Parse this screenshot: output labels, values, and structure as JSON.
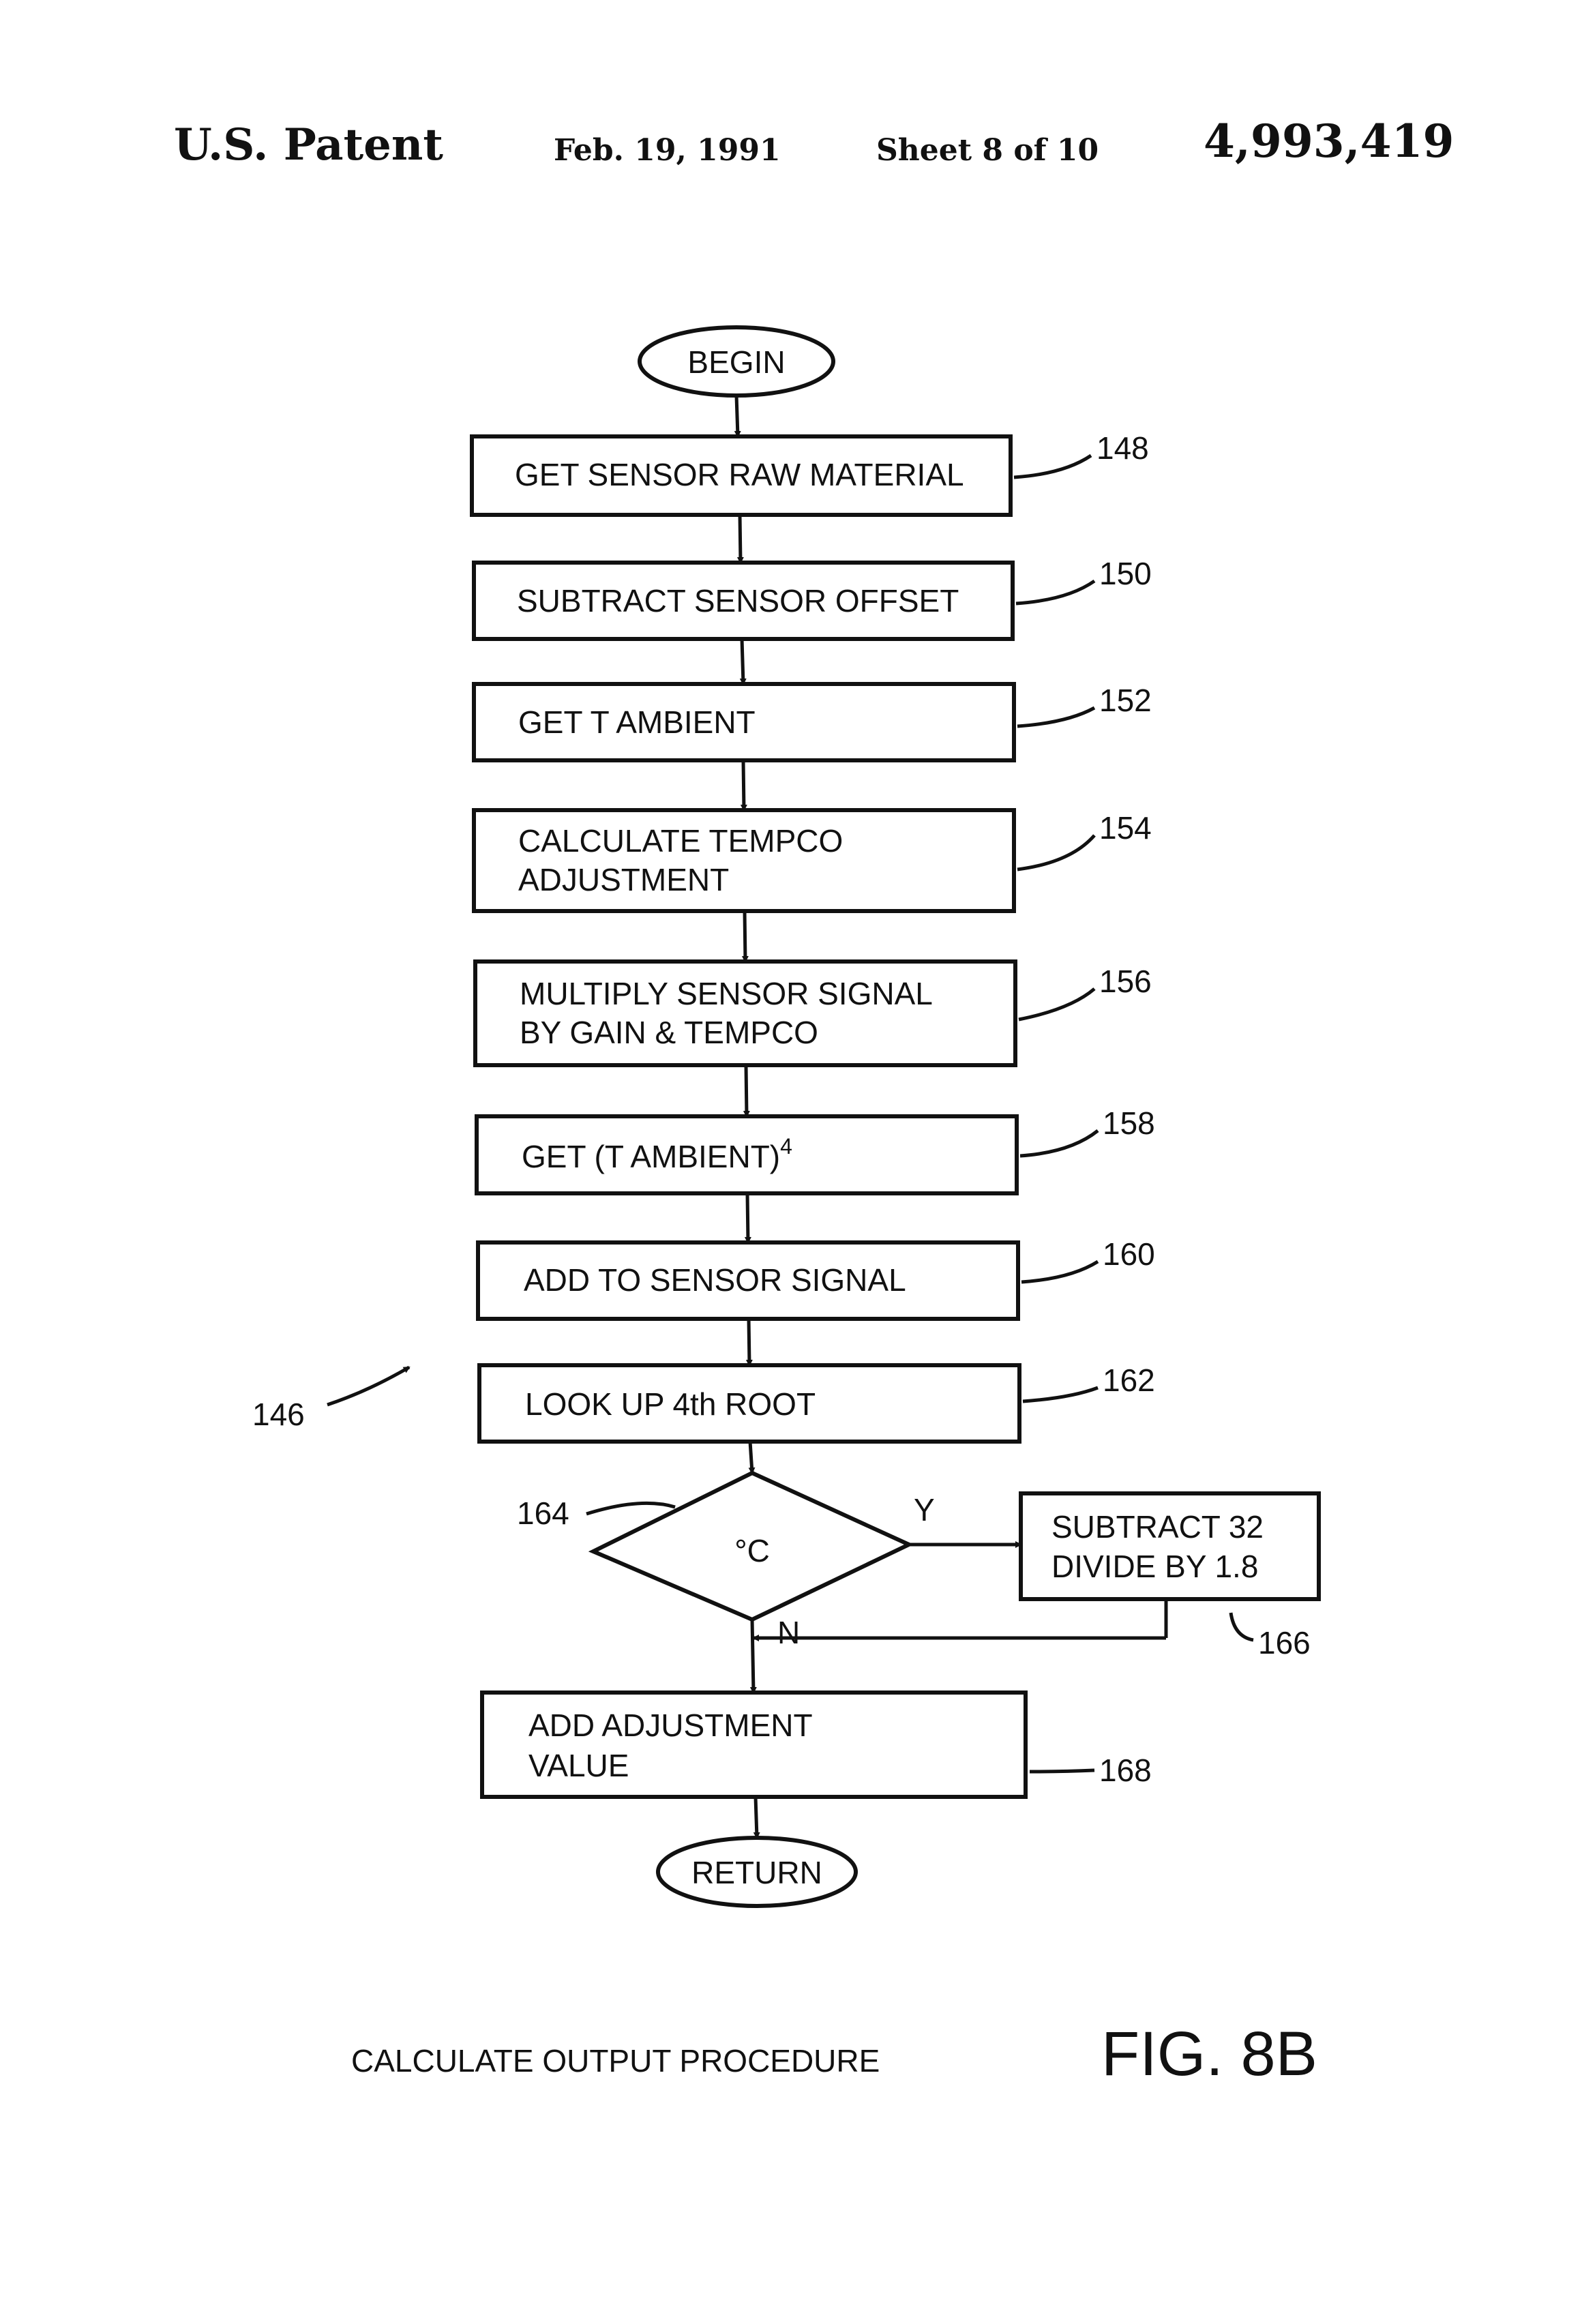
{
  "header": {
    "title": "U.S. Patent",
    "date": "Feb. 19, 1991",
    "sheet": "Sheet 8 of 10",
    "patent_number": "4,993,419"
  },
  "flowchart": {
    "begin": "BEGIN",
    "return": "RETURN",
    "steps": [
      {
        "lines": [
          "GET SENSOR RAW MATERIAL"
        ],
        "ref": "148"
      },
      {
        "lines": [
          "SUBTRACT SENSOR OFFSET"
        ],
        "ref": "150"
      },
      {
        "lines": [
          "GET T AMBIENT"
        ],
        "ref": "152"
      },
      {
        "lines": [
          "CALCULATE TEMPCO",
          "ADJUSTMENT"
        ],
        "ref": "154"
      },
      {
        "lines": [
          "MULTIPLY SENSOR SIGNAL",
          "BY GAIN & TEMPCO"
        ],
        "ref": "156"
      },
      {
        "lines": [
          "GET (T AMBIENT)"
        ],
        "sup": "4",
        "ref": "158"
      },
      {
        "lines": [
          "ADD TO SENSOR SIGNAL"
        ],
        "ref": "160"
      },
      {
        "lines": [
          "LOOK UP 4th ROOT"
        ],
        "ref": "162"
      }
    ],
    "decision": {
      "label": "°C",
      "ref": "164",
      "yes": "Y",
      "no": "N"
    },
    "side_box": {
      "lines": [
        "SUBTRACT 32",
        "DIVIDE BY 1.8"
      ],
      "ref": "166"
    },
    "final_step": {
      "lines": [
        "ADD ADJUSTMENT",
        "VALUE"
      ],
      "ref": "168"
    },
    "procedure_ref": "146"
  },
  "caption": "CALCULATE OUTPUT PROCEDURE",
  "figure_label": "FIG. 8B"
}
